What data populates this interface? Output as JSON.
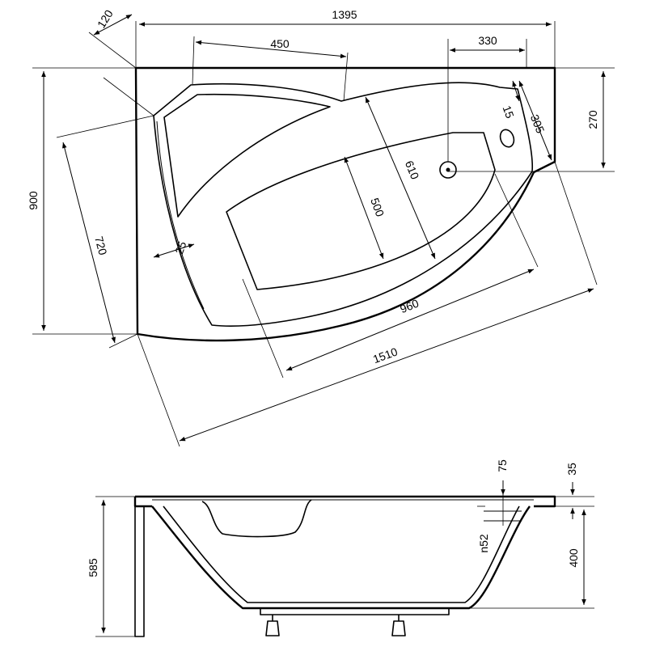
{
  "top_view": {
    "dims": {
      "width_overall": "1395",
      "corner_bevel": "120",
      "seat_width": "450",
      "drain_offset": "330",
      "overflow_offset": "15",
      "overflow_diag": "305",
      "drain_depth": "270",
      "depth_overall": "900",
      "front_depth": "720",
      "rim_width": "25",
      "basin_width": "500",
      "basin_diag": "610",
      "basin_length": "960",
      "overall_length": "1510"
    }
  },
  "side_view": {
    "dims": {
      "rim_offset": "75",
      "rim_thickness": "35",
      "overflow_pipe": "n52",
      "inner_depth": "400",
      "total_height": "585"
    }
  }
}
